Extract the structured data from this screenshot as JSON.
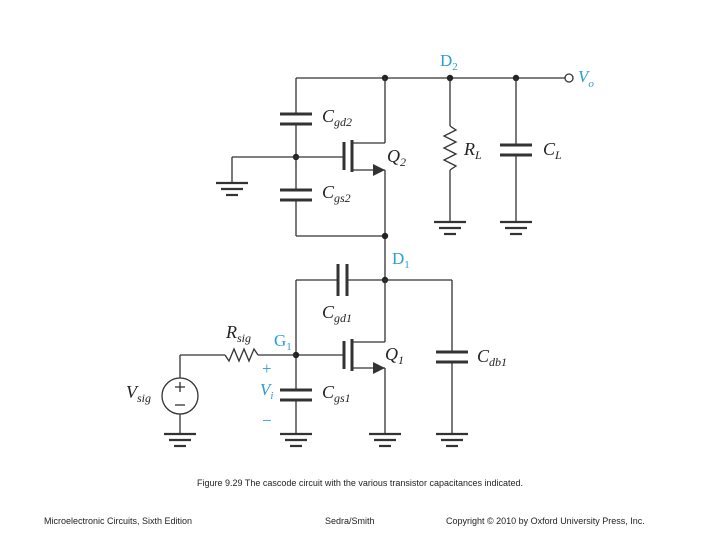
{
  "diagram": {
    "node_D2": {
      "main": "D",
      "sub": "2"
    },
    "node_D1": {
      "main": "D",
      "sub": "1"
    },
    "node_G1": {
      "main": "G",
      "sub": "1"
    },
    "output": {
      "main": "V",
      "sub": "o"
    },
    "Cgd2": {
      "main": "C",
      "sub": "gd2"
    },
    "Cgs2": {
      "main": "C",
      "sub": "gs2"
    },
    "Q2": {
      "main": "Q",
      "sub": "2"
    },
    "RL": {
      "main": "R",
      "sub": "L"
    },
    "CL": {
      "main": "C",
      "sub": "L"
    },
    "Cgd1": {
      "main": "C",
      "sub": "gd1"
    },
    "Q1": {
      "main": "Q",
      "sub": "1"
    },
    "Cdb1": {
      "main": "C",
      "sub": "db1"
    },
    "Cgs1": {
      "main": "C",
      "sub": "gs1"
    },
    "Rsig": {
      "main": "R",
      "sub": "sig"
    },
    "Vsig": {
      "main": "V",
      "sub": "sig"
    },
    "Vi": {
      "main": "V",
      "sub": "i"
    },
    "plus": "+",
    "minus": "−"
  },
  "caption": "Figure 9.29 The cascode circuit with the various transistor capacitances indicated.",
  "footer": {
    "left": "Microelectronic Circuits, Sixth Edition",
    "center": "Sedra/Smith",
    "right": "Copyright © 2010 by Oxford University Press, Inc."
  }
}
